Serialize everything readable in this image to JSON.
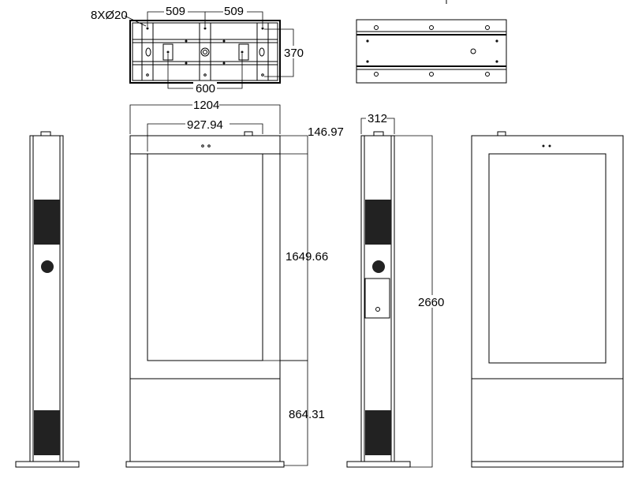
{
  "dimensions": {
    "holes": "8XØ20",
    "top_spacing_left": "509",
    "top_spacing_right": "509",
    "top_depth": "370",
    "bottom_spacing": "600",
    "overall_width": "1204",
    "screen_width": "927.94",
    "top_band_height": "146.97",
    "screen_height": "1649.66",
    "lower_height": "864.31",
    "depth": "312",
    "overall_height": "2660"
  }
}
